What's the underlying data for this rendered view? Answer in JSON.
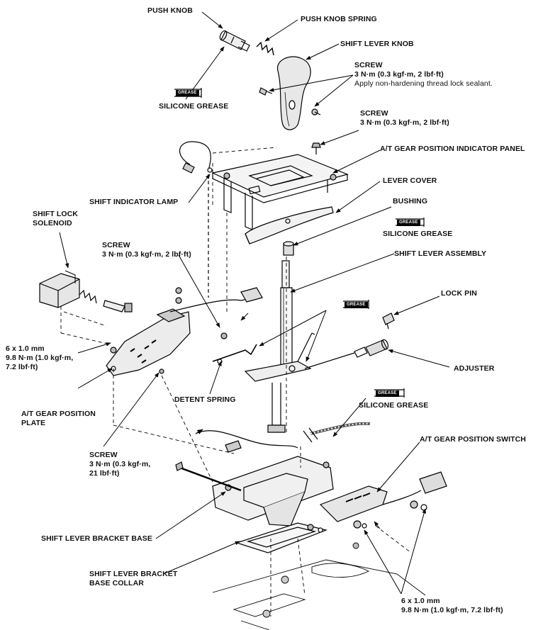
{
  "labels": {
    "push_knob": "PUSH KNOB",
    "push_knob_spring": "PUSH KNOB SPRING",
    "shift_lever_knob": "SHIFT LEVER KNOB",
    "screw_knob": {
      "title": "SCREW",
      "torque": "3 N·m (0.3 kgf·m, 2 lbf·ft)",
      "note": "Apply non-hardening thread lock sealant."
    },
    "silicone_grease_top": "SILICONE GREASE",
    "screw_panel": {
      "title": "SCREW",
      "torque": "3 N·m (0.3 kgf·m, 2 lbf·ft)"
    },
    "indicator_panel": "A/T GEAR POSITION INDICATOR PANEL",
    "lever_cover": "LEVER COVER",
    "shift_indicator_lamp": "SHIFT INDICATOR LAMP",
    "bushing": "BUSHING",
    "silicone_grease_bushing": "SILICONE GREASE",
    "shift_lock_solenoid": [
      "SHIFT LOCK",
      "SOLENOID"
    ],
    "screw_left": {
      "title": "SCREW",
      "torque": "3 N·m (0.3 kgf·m, 2 lbf·ft)"
    },
    "shift_lever_assembly": "SHIFT LEVER ASSEMBLY",
    "lock_pin": "LOCK PIN",
    "bolt_plate": [
      "6 x 1.0 mm",
      "9.8 N·m (1.0 kgf·m,",
      "7.2 lbf·ft)"
    ],
    "adjuster": "ADJUSTER",
    "detent_spring": "DETENT SPRING",
    "position_plate": [
      "A/T GEAR POSITION",
      "PLATE"
    ],
    "silicone_grease_mid": "SILICONE GREASE",
    "position_switch": "A/T GEAR POSITION SWITCH",
    "screw_bottom": [
      "SCREW",
      "3 N·m (0.3 kgf·m,",
      "21 lbf·ft)"
    ],
    "bracket_base": "SHIFT LEVER BRACKET BASE",
    "bracket_collar": [
      "SHIFT LEVER BRACKET",
      "BASE COLLAR"
    ],
    "bolt_bottom": [
      "6 x 1.0 mm",
      "9.8 N·m (1.0 kgf·m, 7.2 lbf·ft)"
    ]
  },
  "grease_tag": "GREASE"
}
